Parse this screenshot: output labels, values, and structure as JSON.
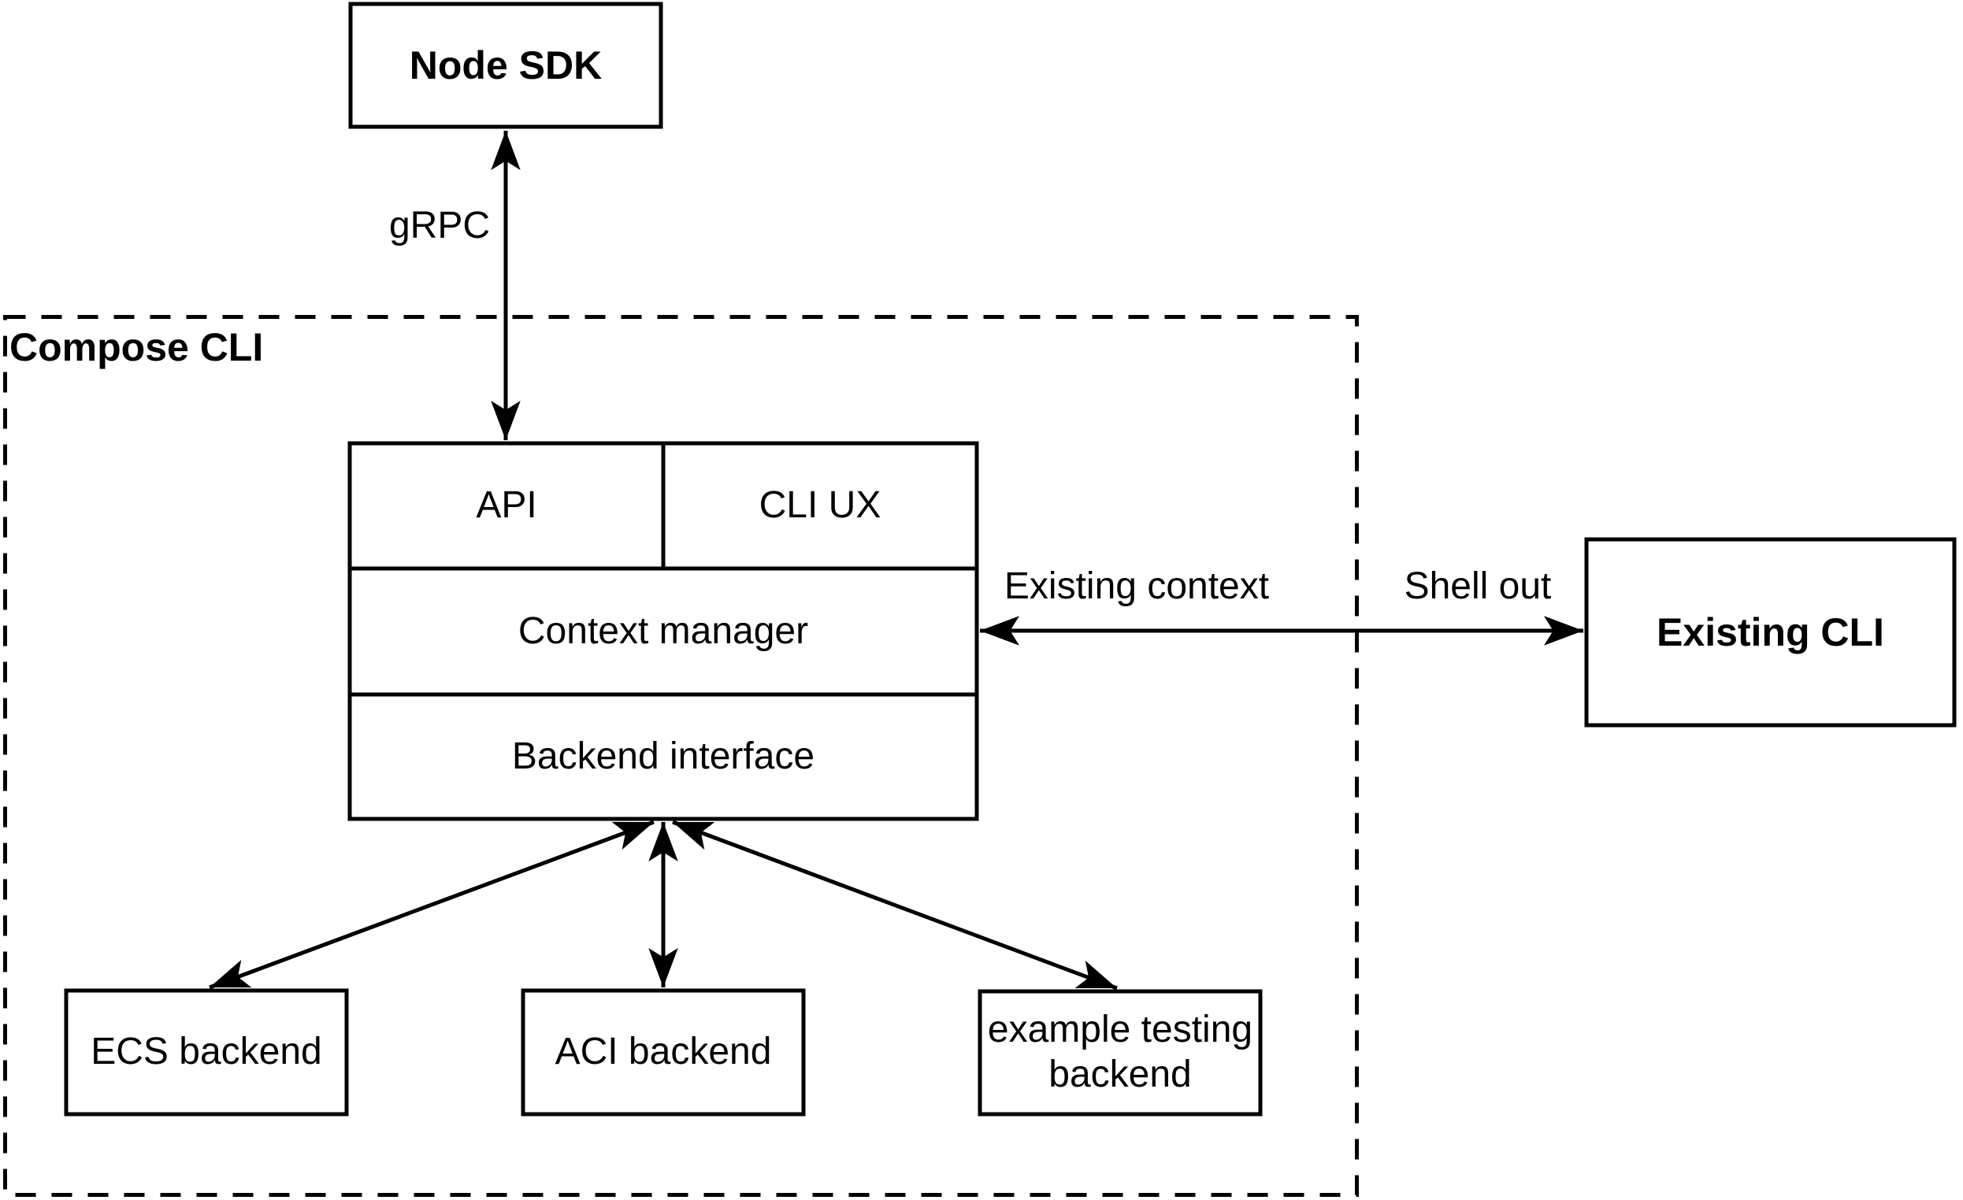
{
  "diagram_type": "architecture-diagram",
  "colors": {
    "background": "#ffffff",
    "stroke": "#000000",
    "text": "#000000"
  },
  "container": {
    "label": "Compose CLI",
    "border_style": "dashed"
  },
  "nodes": {
    "node_sdk": "Node SDK",
    "api": "API",
    "cli_ux": "CLI UX",
    "context_manager": "Context manager",
    "backend_interface": "Backend interface",
    "ecs_backend": "ECS backend",
    "aci_backend": "ACI backend",
    "example_testing_backend": "example testing backend",
    "existing_cli": "Existing CLI"
  },
  "edge_labels": {
    "grpc": "gRPC",
    "existing_context": "Existing context",
    "shell_out": "Shell out"
  },
  "edges": [
    {
      "from": "node_sdk",
      "to": "api",
      "label": "gRPC",
      "style": "double-arrow"
    },
    {
      "from": "context_manager",
      "to": "existing_cli",
      "labels": [
        "Existing context",
        "Shell out"
      ],
      "style": "double-arrow"
    },
    {
      "from": "backend_interface",
      "to": "ecs_backend",
      "style": "double-arrow"
    },
    {
      "from": "backend_interface",
      "to": "aci_backend",
      "style": "double-arrow"
    },
    {
      "from": "backend_interface",
      "to": "example_testing_backend",
      "style": "double-arrow"
    }
  ]
}
